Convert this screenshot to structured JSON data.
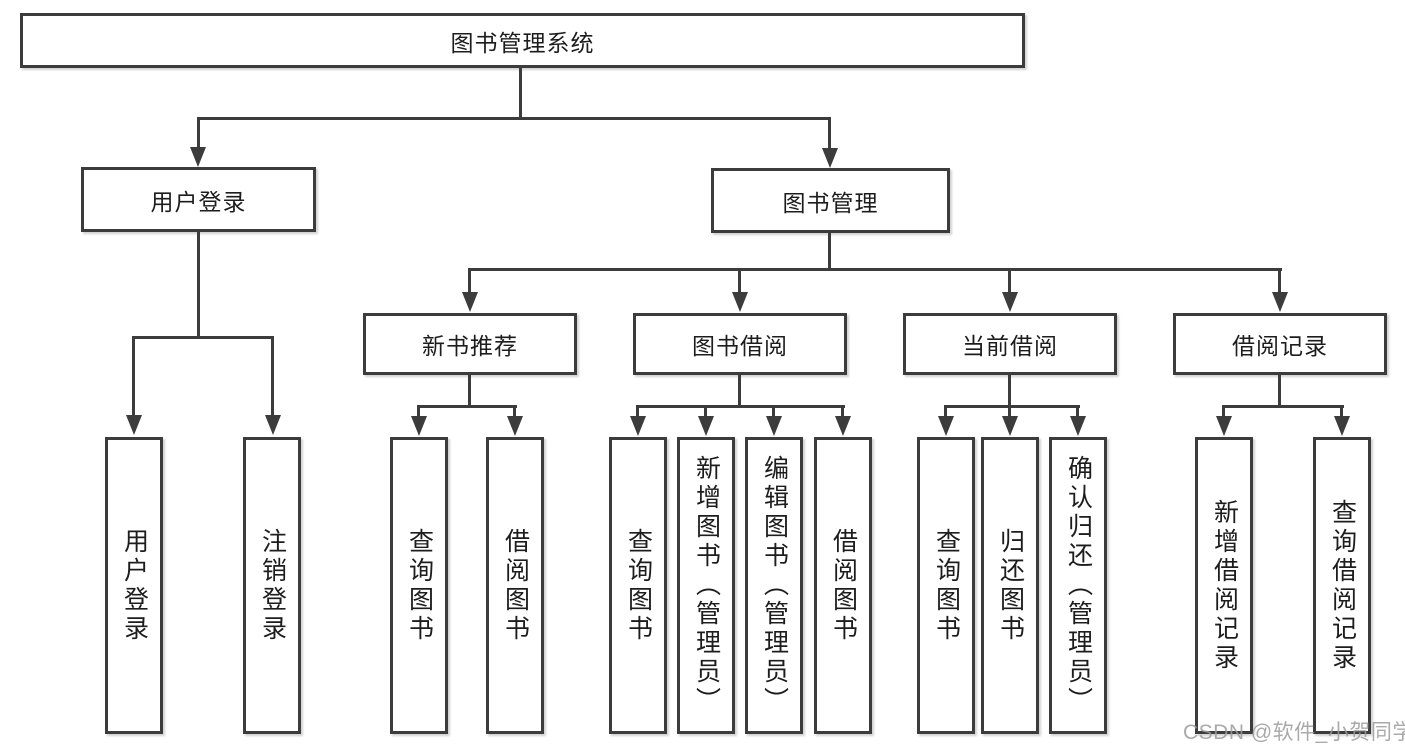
{
  "diagram": {
    "root": {
      "label": "图书管理系统"
    },
    "level2": [
      {
        "label": "用户登录"
      },
      {
        "label": "图书管理"
      }
    ],
    "level3": [
      {
        "label": "新书推荐"
      },
      {
        "label": "图书借阅"
      },
      {
        "label": "当前借阅"
      },
      {
        "label": "借阅记录"
      }
    ],
    "leaves": [
      {
        "label": "用户登录"
      },
      {
        "label": "注销登录"
      },
      {
        "label": "查询图书"
      },
      {
        "label": "借阅图书"
      },
      {
        "label": "查询图书"
      },
      {
        "label": "新增图书（管理员）"
      },
      {
        "label": "编辑图书（管理员）"
      },
      {
        "label": "借阅图书"
      },
      {
        "label": "查询图书"
      },
      {
        "label": "归还图书"
      },
      {
        "label": "确认归还（管理员）"
      },
      {
        "label": "新增借阅记录"
      },
      {
        "label": "查询借阅记录"
      }
    ]
  },
  "watermark": {
    "text": "CSDN @软件_小贺同学"
  },
  "colors": {
    "line": "#3c3c3c",
    "text": "#1d1d1d",
    "background": "#ffffff",
    "watermark": "#9b9b9b"
  }
}
